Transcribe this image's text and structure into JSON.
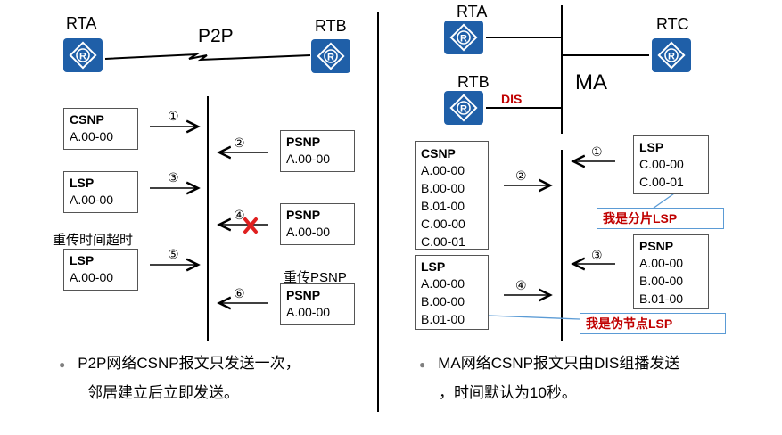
{
  "left": {
    "router_a": "RTA",
    "router_b": "RTB",
    "link_label": "P2P",
    "boxes": {
      "b1": {
        "type": "CSNP",
        "rows": [
          "A.00-00"
        ]
      },
      "b2": {
        "type": "PSNP",
        "rows": [
          "A.00-00"
        ]
      },
      "b3": {
        "type": "LSP",
        "rows": [
          "A.00-00"
        ]
      },
      "b4": {
        "type": "PSNP",
        "rows": [
          "A.00-00"
        ]
      },
      "b5": {
        "type": "LSP",
        "rows": [
          "A.00-00"
        ]
      },
      "b6": {
        "type": "PSNP",
        "rows": [
          "A.00-00"
        ]
      }
    },
    "step_nums": [
      "①",
      "②",
      "③",
      "④",
      "⑤",
      "⑥"
    ],
    "retransmit_timeout": "重传时间超时",
    "retransmit_psnp": "重传PSNP",
    "bullet_lines": [
      "P2P网络CSNP报文只发送一次，",
      "邻居建立后立即发送。"
    ]
  },
  "right": {
    "router_a": "RTA",
    "router_b": "RTB",
    "router_c": "RTC",
    "dis_label": "DIS",
    "network_label": "MA",
    "boxes": {
      "csnp": {
        "type": "CSNP",
        "rows": [
          "A.00-00",
          "B.00-00",
          "B.01-00",
          "C.00-00",
          "C.00-01"
        ]
      },
      "lsp_c": {
        "type": "LSP",
        "rows": [
          "C.00-00",
          "C.00-01"
        ]
      },
      "psnp": {
        "type": "PSNP",
        "rows": [
          "A.00-00",
          "B.00-00",
          "B.01-00"
        ]
      },
      "lsp_b": {
        "type": "LSP",
        "rows": [
          "A.00-00",
          "B.00-00",
          "B.01-00"
        ]
      }
    },
    "step_nums": [
      "①",
      "②",
      "③",
      "④"
    ],
    "callout_fragment": "我是分片LSP",
    "callout_pseudonode": "我是伪节点LSP",
    "bullet_lines": [
      "MA网络CSNP报文只由DIS组播发送",
      "，时间默认为10秒。"
    ]
  },
  "colors": {
    "router": "#1f5fa8",
    "accent_red": "#c00000",
    "callout_border": "#5b9bd5"
  }
}
